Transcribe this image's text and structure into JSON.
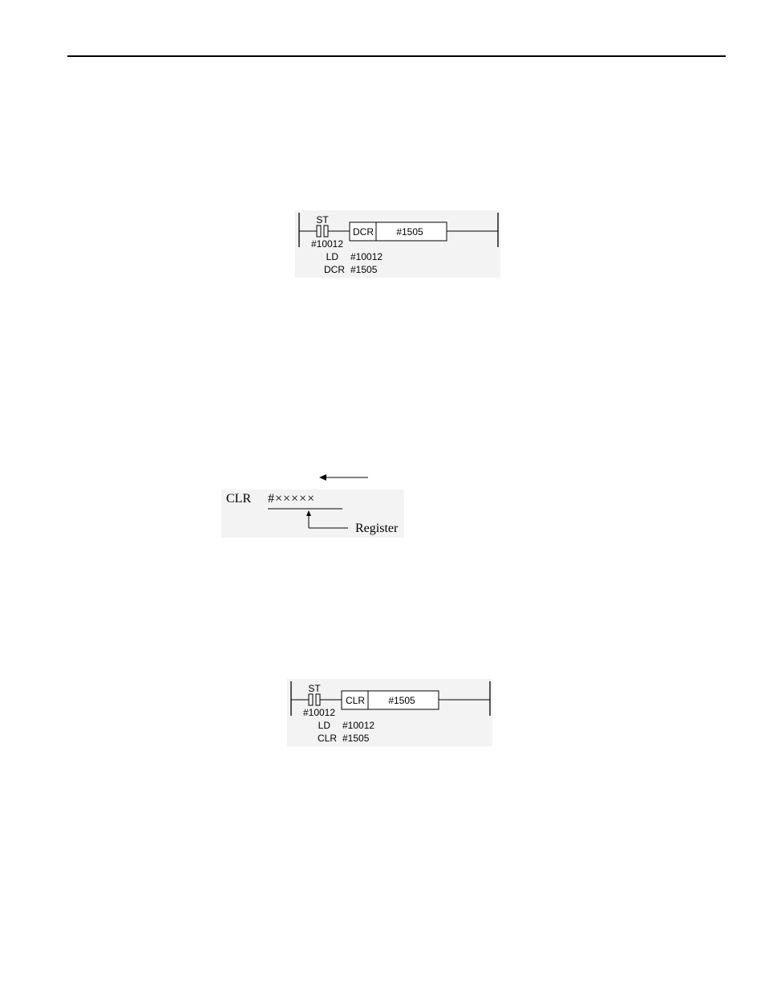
{
  "figure1": {
    "contact_label": "ST",
    "contact_address": "#10012",
    "instruction": "DCR",
    "operand": "#1505",
    "listing": [
      {
        "op": "LD",
        "arg": "#10012"
      },
      {
        "op": "DCR",
        "arg": "#1505"
      }
    ]
  },
  "format_figure": {
    "mnemonic": "CLR",
    "operand": "#×××××",
    "register_label": "Register"
  },
  "figure2": {
    "contact_label": "ST",
    "contact_address": "#10012",
    "instruction": "CLR",
    "operand": "#1505",
    "listing": [
      {
        "op": "LD",
        "arg": "#10012"
      },
      {
        "op": "CLR",
        "arg": "#1505"
      }
    ]
  }
}
